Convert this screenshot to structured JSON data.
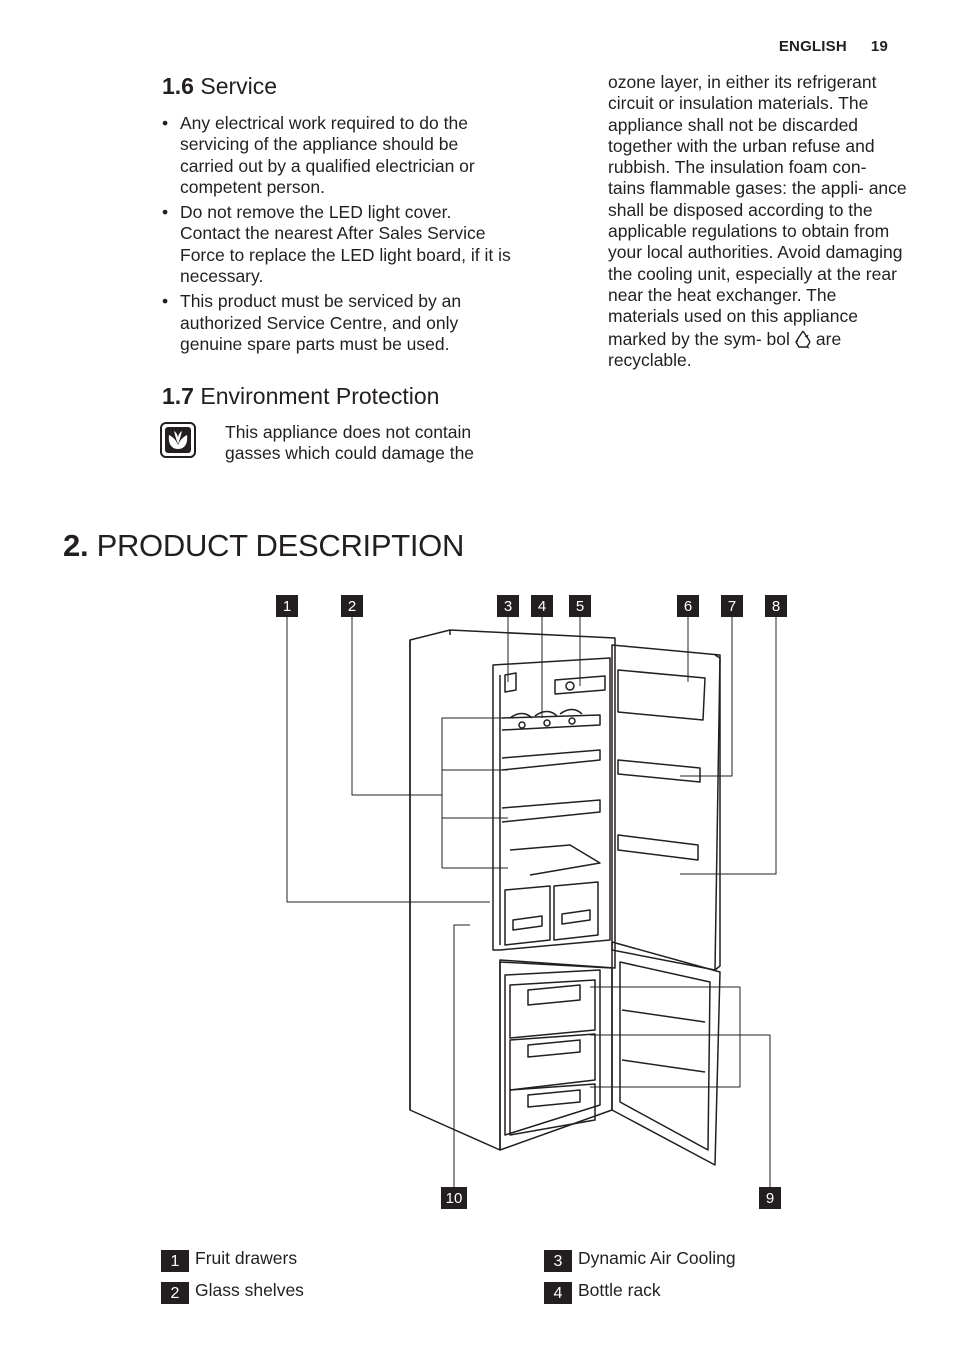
{
  "header": {
    "language": "ENGLISH",
    "page_number": "19"
  },
  "section_1_6": {
    "number": "1.6",
    "title": "Service",
    "bullets": [
      "Any electrical work required to do the servicing of the appliance should be carried out by a qualified electrician or competent person.",
      "Do not remove the LED light cover. Contact the nearest After Sales Service Force to replace the LED light board, if it is necessary.",
      "This product must be serviced by an authorized Service Centre, and only genuine spare parts must be used."
    ]
  },
  "section_1_7": {
    "number": "1.7",
    "title": "Environment Protection",
    "intro": "This appliance does not contain gasses which could damage the",
    "continuation": "ozone layer, in either its refrigerant circuit or insulation materials. The appliance shall not be discarded together with the urban refuse and rubbish. The insulation foam con- tains flammable gases: the appli- ance shall be disposed according to the applicable regulations to obtain from your local authorities. Avoid damaging the cooling unit, especially at the rear near the heat exchanger. The materials used on this appliance marked by the sym-",
    "tail_before": "bol",
    "tail_after": "are recyclable.",
    "eco_icon": "eco-leaf-icon",
    "recycle_icon": "recycle-icon"
  },
  "chapter_2": {
    "number": "2.",
    "title": "PRODUCT DESCRIPTION"
  },
  "diagram": {
    "callouts": [
      "1",
      "2",
      "3",
      "4",
      "5",
      "6",
      "7",
      "8",
      "9",
      "10"
    ]
  },
  "legend": [
    {
      "num": "1",
      "label": "Fruit drawers"
    },
    {
      "num": "2",
      "label": "Glass shelves"
    },
    {
      "num": "3",
      "label": "Dynamic Air Cooling"
    },
    {
      "num": "4",
      "label": "Bottle rack"
    }
  ]
}
